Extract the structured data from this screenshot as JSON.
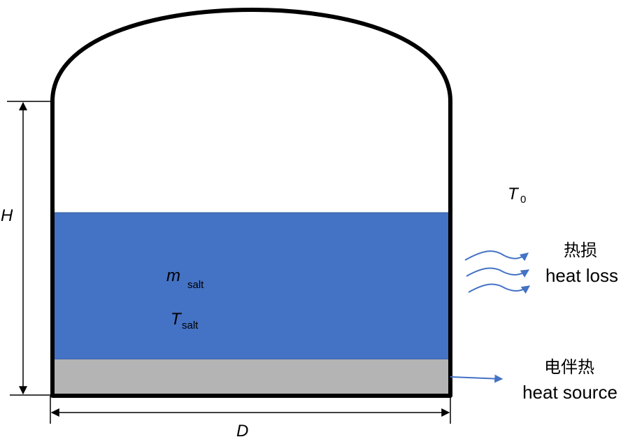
{
  "labels": {
    "height": "H",
    "diameter": "D",
    "ambient_temp_main": "T",
    "ambient_temp_sub": "0",
    "mass_main": "m",
    "mass_sub": "salt",
    "salt_temp_main": "T",
    "salt_temp_sub": "salt",
    "heat_loss_cn": "热损",
    "heat_loss_en": "heat loss",
    "heat_source_cn": "电伴热",
    "heat_source_en": "heat source"
  },
  "colors": {
    "salt": "#4472C4",
    "heater": "#B4B4B4",
    "arrow": "#4472C4",
    "wall": "#000000"
  }
}
